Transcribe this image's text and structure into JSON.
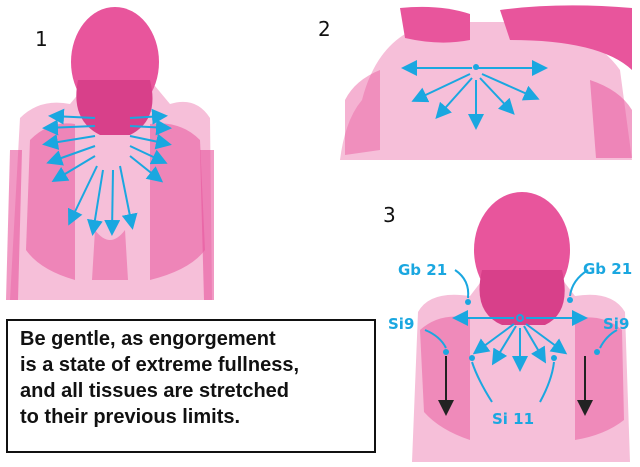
{
  "panels": [
    {
      "number": "1"
    },
    {
      "number": "2"
    },
    {
      "number": "3"
    }
  ],
  "note": {
    "lines": [
      "Be  gentle, as engorgement",
      "is a state of extreme fullness,",
      "and all tissues are stretched",
      "to their previous limits."
    ]
  },
  "points": {
    "gb21_left": "Gb 21",
    "gb21_right": "Gb 21",
    "si9_left": "Si9",
    "si9_right": "Si9",
    "si11": "Si 11"
  },
  "colors": {
    "skin": "#e8559c",
    "skin_light": "#f6bfd9",
    "arrow": "#1aa7e0",
    "text": "#111111"
  }
}
